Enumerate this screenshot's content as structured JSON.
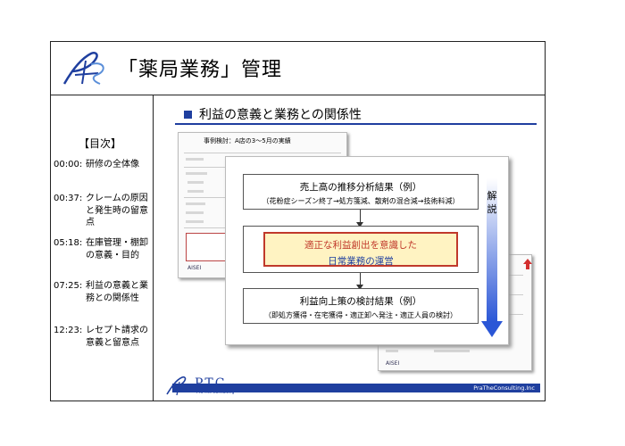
{
  "slide": {
    "title": "「薬局業務」管理",
    "section_heading": "利益の意義と業務との関係性",
    "toc": {
      "title": "【目次】",
      "items": [
        {
          "time": "00:00:",
          "text": "研修の全体像"
        },
        {
          "time": "00:37:",
          "text": "クレームの原因と発生時の留意点"
        },
        {
          "time": "05:18:",
          "text": "在庫管理・棚卸の意義・目的"
        },
        {
          "time": "07:25:",
          "text": "利益の意義と業務との関係性"
        },
        {
          "time": "12:23:",
          "text": "レセプト請求の意義と留意点"
        }
      ]
    },
    "left_doc": {
      "title": "事例検討：A店の3～5月の実績",
      "brand": "AISEI"
    },
    "right_doc": {
      "brand": "AISEI"
    },
    "flow": {
      "box1_line1": "売上高の推移分析結果（例）",
      "box1_line2": "（花粉症シーズン終了→処方箋減、散剤の混合減→技術料減）",
      "box2_line1": "適正な利益創出を意識した",
      "box2_line2": "日常業務の運営",
      "box3_line1": "利益向上策の検討結果（例）",
      "box3_line2": "（即処方獲得・在宅獲得・適正卸へ発注・適正人員の検討）",
      "explain_label": "解説"
    },
    "footer": {
      "company": "PraTheConsulting.Inc",
      "ptc_text": "PTC",
      "ptc_sub": "Pra The Consulting"
    },
    "colors": {
      "accent_blue": "#1f3f9f",
      "highlight_red": "#c0392b",
      "highlight_fill": "#fff3c2"
    }
  }
}
